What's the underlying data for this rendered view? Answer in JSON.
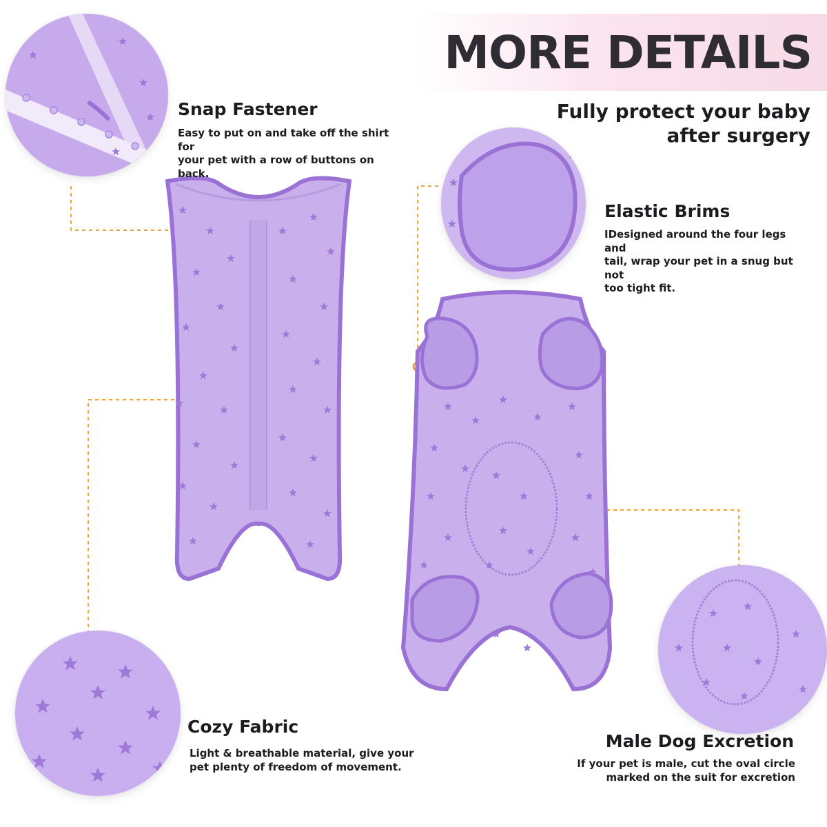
{
  "header": {
    "title": "MORE DETAILS",
    "subtitle_line1": "Fully protect your baby",
    "subtitle_line2": "after surgery"
  },
  "features": {
    "snap": {
      "title": "Snap Fastener",
      "desc_line1": "Easy to put on and take off the shirt for",
      "desc_line2": "your pet with a row of buttons on back."
    },
    "elastic": {
      "title": "Elastic Brims",
      "desc_line1": "IDesigned around the four legs and",
      "desc_line2": "tail, wrap your pet in a snug but not",
      "desc_line3": "too tight fit."
    },
    "fabric": {
      "title": "Cozy Fabric",
      "desc_line1": "Light & breathable material, give your",
      "desc_line2": "pet plenty of freedom of movement."
    },
    "male": {
      "title": "Male Dog Excretion",
      "desc_line1": "If your pet is male, cut the oval circle",
      "desc_line2": "marked on the suit for excretion"
    }
  },
  "colors": {
    "fabric": "#c9b0ec",
    "trim": "#9a72d6",
    "star": "#9e79d8",
    "callout": "#f0a530",
    "banner": "#fbe4ee"
  }
}
